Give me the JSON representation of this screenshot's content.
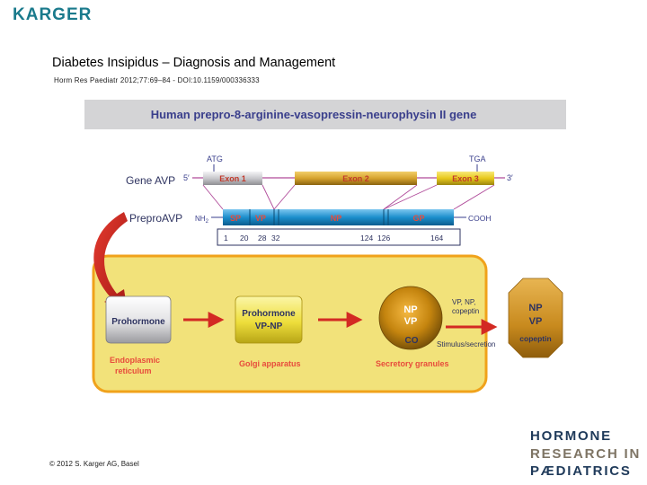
{
  "header": {
    "brand": "KARGER",
    "title": "Diabetes Insipidus – Diagnosis and Management",
    "citation": "Horm Res Paediatr 2012;77:69–84 - DOI:10.1159/000336333"
  },
  "figure": {
    "banner": "Human prepro-8-arginine-vasopressin-neurophysin II gene",
    "gene": {
      "label": "Gene AVP",
      "start_codon": "ATG",
      "stop_codon": "TGA",
      "five_prime": "5′",
      "three_prime": "3′",
      "exons": [
        "Exon 1",
        "Exon 2",
        "Exon 3"
      ]
    },
    "prepro": {
      "label": "PreproAVP",
      "nh2": "NH",
      "nh2_sub": "2",
      "cooh": "COOH",
      "segments": [
        "SP",
        "VP",
        "NP",
        "GP"
      ],
      "positions": [
        "1",
        "20",
        "28",
        "32",
        "124",
        "126",
        "164"
      ]
    },
    "cell": {
      "prohormone": "Prohormone",
      "golgi_line1": "Prohormone",
      "golgi_line2": "VP-NP",
      "granule_line1": "NP",
      "granule_line2": "VP",
      "granule_line3": "CO",
      "released_line1": "NP",
      "released_line2": "VP",
      "released_line3": "copeptin",
      "release_note_line1": "VP, NP,",
      "release_note_line2": "copeptin",
      "stimulus": "Stimulus/secretion",
      "er_line1": "Endoplasmic",
      "er_line2": "reticulum",
      "golgi_caption": "Golgi apparatus",
      "granules_caption": "Secretory granules"
    },
    "colors": {
      "banner_bg": "#d4d4d6",
      "banner_text": "#3a3f8c",
      "exon1": "#d9d9dc",
      "exon2": "#d6a32e",
      "exon3": "#e8c91c",
      "exon_text": "#c0392b",
      "prepro_bar": "#1c8fcc",
      "segment_text": "#e74c3c",
      "connector": "#b04b9a",
      "cell_fill": "#f2e27a",
      "cell_border": "#f0a21b",
      "arrow": "#d32a23",
      "label_text": "#3a3f8c",
      "granule": "#b07a10",
      "octagon": "#c8861a"
    }
  },
  "footer": {
    "copyright": "© 2012 S. Karger AG, Basel",
    "journal_line1": "HORMONE",
    "journal_line2": "RESEARCH IN",
    "journal_line3": "PÆDIATRICS"
  }
}
